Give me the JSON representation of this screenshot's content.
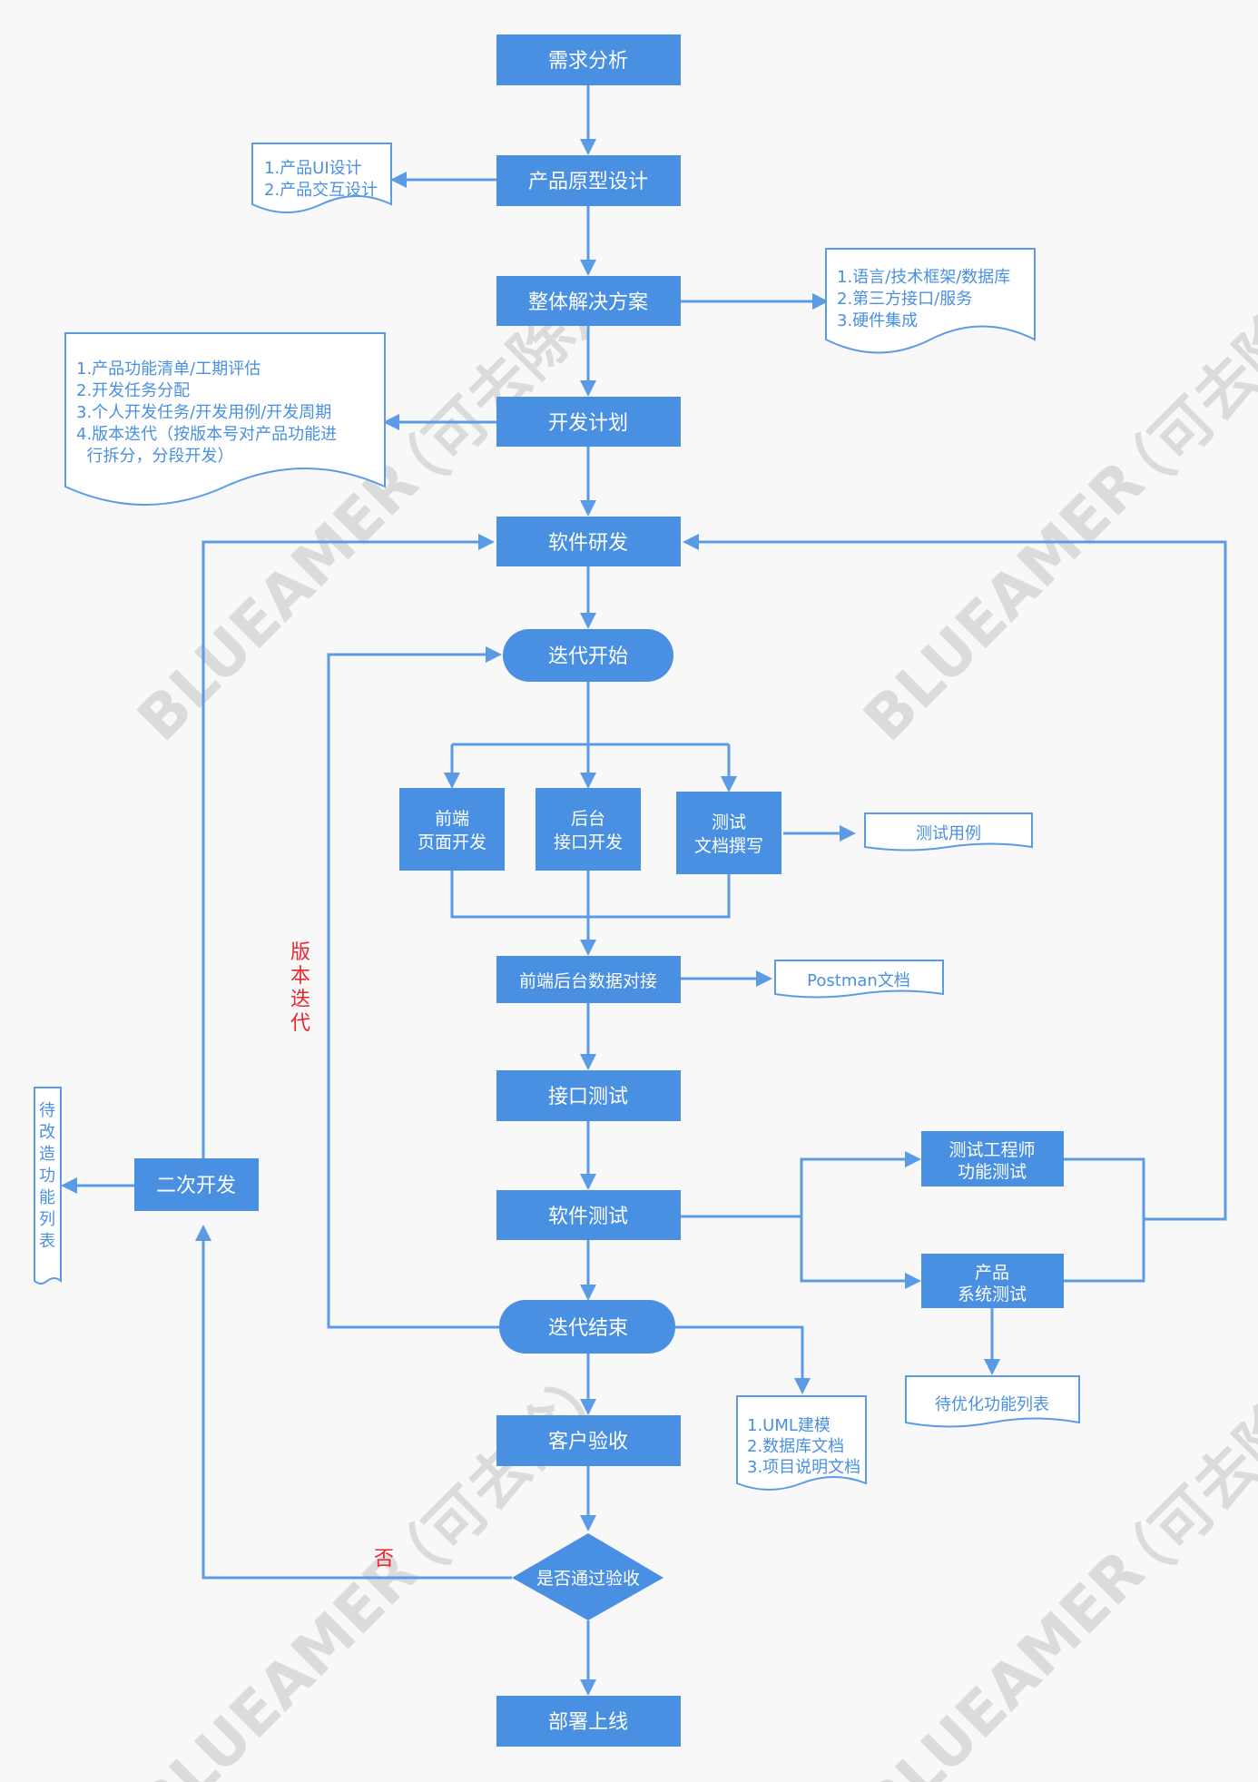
{
  "nodes": {
    "n1": "需求分析",
    "n2": "产品原型设计",
    "n3": "整体解决方案",
    "n4": "开发计划",
    "n5": "软件研发",
    "n6": "迭代开始",
    "n7_l1": "前端",
    "n7_l2": "页面开发",
    "n8_l1": "后台",
    "n8_l2": "接口开发",
    "n9_l1": "测试",
    "n9_l2": "文档撰写",
    "n10": "前端后台数据对接",
    "n11": "接口测试",
    "n12": "软件测试",
    "n13_l1": "测试工程师",
    "n13_l2": "功能测试",
    "n14_l1": "产品",
    "n14_l2": "系统测试",
    "n15": "迭代结束",
    "n16": "客户验收",
    "n17": "是否通过验收",
    "n18": "部署上线",
    "n19": "二次开发"
  },
  "docs": {
    "d1": [
      "1.产品UI设计",
      "2.产品交互设计"
    ],
    "d2": [
      "1.语言/技术框架/数据库",
      "2.第三方接口/服务",
      "3.硬件集成"
    ],
    "d3": [
      "1.产品功能清单/工期评估",
      "2.开发任务分配",
      "3.个人开发任务/开发用例/开发周期",
      "4.版本迭代（按版本号对产品功能进",
      "  行拆分，分段开发）"
    ],
    "d4": "测试用例",
    "d5": "Postman文档",
    "d6": "待优化功能列表",
    "d7": [
      "1.UML建模",
      "2.数据库文档",
      "3.项目说明文档"
    ],
    "d8": [
      "待",
      "改",
      "造",
      "功",
      "能",
      "列",
      "表"
    ]
  },
  "labels": {
    "version_iter": [
      "版",
      "本",
      "迭",
      "代"
    ],
    "no": "否"
  },
  "watermark": {
    "brand": "BLUEAMER",
    "note": "（可去除）"
  },
  "colors": {
    "node_fill": "#4a90e2",
    "edge": "#5b9be6",
    "doc_text": "#4a90e2",
    "annotation_red": "#e8262b"
  }
}
